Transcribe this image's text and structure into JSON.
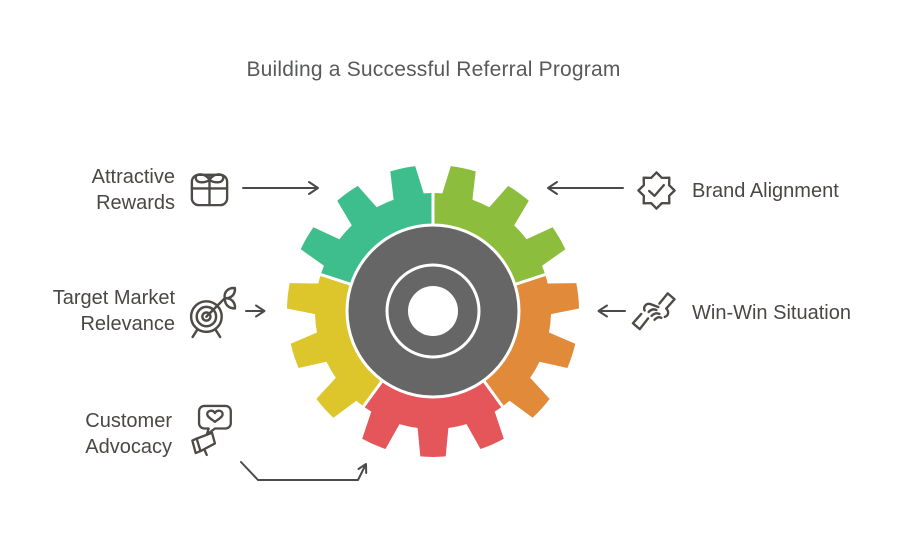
{
  "title": {
    "text": "Building a Successful Referral Program"
  },
  "colors": {
    "teal": "#3fbe8d",
    "lime": "#8cbd3d",
    "orange": "#e18a3a",
    "red": "#e4565a",
    "yellow": "#dcc62b",
    "hub": "#666666",
    "arrow": "#4a4a4a",
    "icon_stroke": "#4e4a46",
    "label_text": "#4a4745",
    "title_text": "#58595b"
  },
  "gear": {
    "hub_color": "#666666",
    "segments": [
      {
        "name": "brand-alignment",
        "color": "#8cbd3d"
      },
      {
        "name": "win-win-situation",
        "color": "#e18a3a"
      },
      {
        "name": "customer-advocacy",
        "color": "#e4565a"
      },
      {
        "name": "target-market-relevance",
        "color": "#dcc62b"
      },
      {
        "name": "attractive-rewards",
        "color": "#3fbe8d"
      }
    ]
  },
  "labels": {
    "attractive_rewards": {
      "line1": "Attractive",
      "line2": "Rewards",
      "icon": "gift-icon"
    },
    "brand_alignment": {
      "text": "Brand Alignment",
      "icon": "badge-check-icon"
    },
    "target_market_relevance": {
      "line1": "Target Market",
      "line2": "Relevance",
      "icon": "target-dart-icon"
    },
    "win_win_situation": {
      "text": "Win-Win Situation",
      "icon": "handshake-icon"
    },
    "customer_advocacy": {
      "line1": "Customer",
      "line2": "Advocacy",
      "icon": "megaphone-heart-icon"
    }
  }
}
